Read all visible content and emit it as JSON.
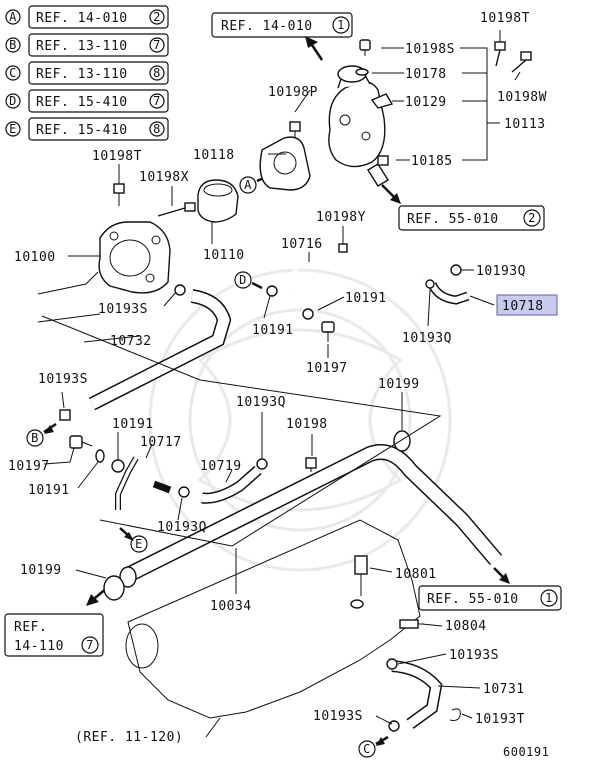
{
  "legend": [
    {
      "letter": "A",
      "ref": "REF. 14-010",
      "sub": "2"
    },
    {
      "letter": "B",
      "ref": "REF. 13-110",
      "sub": "7"
    },
    {
      "letter": "C",
      "ref": "REF. 13-110",
      "sub": "8"
    },
    {
      "letter": "D",
      "ref": "REF. 15-410",
      "sub": "7"
    },
    {
      "letter": "E",
      "ref": "REF. 15-410",
      "sub": "8"
    }
  ],
  "refs": {
    "top": {
      "text": "REF. 14-010",
      "sub": "1"
    },
    "mid_right": {
      "text": "REF. 55-010",
      "sub": "2"
    },
    "low_right": {
      "text": "REF. 55-010",
      "sub": "1"
    },
    "left_line1": "REF.",
    "left_line2": "14-110",
    "left_sub": "7",
    "bottom": "(REF. 11-120)"
  },
  "arrow_letters": {
    "a": "A",
    "b": "B",
    "c": "C",
    "d": "D",
    "e": "E"
  },
  "labels": {
    "p10198T_top": "10198T",
    "p10198S": "10198S",
    "p10178": "10178",
    "p10129": "10129",
    "p10198W": "10198W",
    "p10113": "10113",
    "p10185": "10185",
    "p10198P": "10198P",
    "p10118": "10118",
    "p10198T_left": "10198T",
    "p10198X": "10198X",
    "p10100": "10100",
    "p10110": "10110",
    "p10198Y": "10198Y",
    "p10716": "10716",
    "p10193Q_r": "10193Q",
    "p10718": "10718",
    "p10191_a": "10191",
    "p10191_b": "10191",
    "p10193Q_r2": "10193Q",
    "p10197_a": "10197",
    "p10193S_a": "10193S",
    "p10732": "10732",
    "p10193S_b": "10193S",
    "p10197_b": "10197",
    "p10191_c": "10191",
    "p10191_d": "10191",
    "p10717": "10717",
    "p10193Q_m": "10193Q",
    "p10719": "10719",
    "p10198": "10198",
    "p10199_top": "10199",
    "p10193Q_l": "10193Q",
    "p10199_left": "10199",
    "p10801": "10801",
    "p10034": "10034",
    "p10804": "10804",
    "p10193S_c": "10193S",
    "p10731": "10731",
    "p10193S_d": "10193S",
    "p10193T": "10193T",
    "diagram_no": "600191"
  },
  "highlight": {
    "part": "10718",
    "color": "#c9cbee"
  }
}
